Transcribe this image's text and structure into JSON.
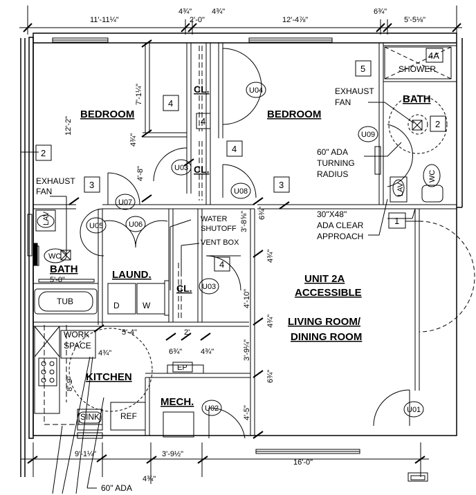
{
  "dimensions": {
    "top_1": "11'-11¼\"",
    "top_2": "4¾\"",
    "top_3": "2'-0\"",
    "top_4": "4¾\"",
    "top_5": "12'-4⅞\"",
    "top_6": "6¾\"",
    "top_7": "5'-5⅛\"",
    "left_1": "12'-2\"",
    "bed_wall_1": "7'-1¼\"",
    "bed_wall_2": "4¾\"",
    "bed_wall_3": "4'-8\"",
    "bath_width": "5'-0\"",
    "laundry_width": "5'-4\"",
    "cl_width": "2'",
    "cl_wall": "6¾\"",
    "cl_wall_2": "4¾\"",
    "work_wall": "4¾\"",
    "kitchen_height": "8'-9\"",
    "u08_wall": "6¾\"",
    "u08_dim": "3'-8⅝\"",
    "vent_wall": "4¾\"",
    "cl2_height": "4'-10\"",
    "mid_wall": "4¾\"",
    "mech_dim": "3'-9¼\"",
    "ep_wall": "6¾\"",
    "mech_height": "4'-5\"",
    "bottom_1": "9'-1¼\"",
    "bottom_2": "3'-9½\"",
    "bottom_3": "16'-0\"",
    "bottom_4": "4¾\""
  },
  "rooms": {
    "bedroom_1": "BEDROOM",
    "bedroom_2": "BEDROOM",
    "bath_1": "BATH",
    "bath_2": "BATH",
    "laundry": "LAUND.",
    "closet_1": "CL.",
    "closet_2": "CL.",
    "closet_3": "CL.",
    "kitchen": "KITCHEN",
    "mech": "MECH.",
    "unit_line1": "UNIT 2A",
    "unit_line2": "ACCESSIBLE",
    "living_line1": "LIVING ROOM/",
    "living_line2": "DINING ROOM"
  },
  "fixtures": {
    "shower": "SHOWER",
    "tub": "TUB",
    "lav_1": "LAV",
    "lav_2": "LAV",
    "wc_1": "WC",
    "wc_2": "WC",
    "dryer": "D",
    "washer": "W",
    "sink": "SINK",
    "ref": "REF",
    "ep": "EP"
  },
  "notes": {
    "exhaust_fan_1_l1": "EXHAUST",
    "exhaust_fan_1_l2": "FAN",
    "exhaust_fan_2_l1": "EXHAUST",
    "exhaust_fan_2_l2": "FAN",
    "turning_l1": "60\" ADA",
    "turning_l2": "TURNING",
    "turning_l3": "RADIUS",
    "approach_l1": "30\"X48\"",
    "approach_l2": "ADA CLEAR",
    "approach_l3": "APPROACH",
    "water_l1": "WATER",
    "water_l2": "SHUTOFF",
    "vent_box": "VENT BOX",
    "work_l1": "WORK",
    "work_l2": "SPACE",
    "ada_60": "60\" ADA"
  },
  "doors": [
    "U01",
    "U02",
    "U03",
    "U03",
    "U04",
    "U05",
    "U06",
    "U07",
    "U08",
    "U09"
  ],
  "wall_tags": [
    "1",
    "2",
    "2",
    "3",
    "3",
    "4",
    "4",
    "4",
    "4",
    "4A",
    "5"
  ]
}
